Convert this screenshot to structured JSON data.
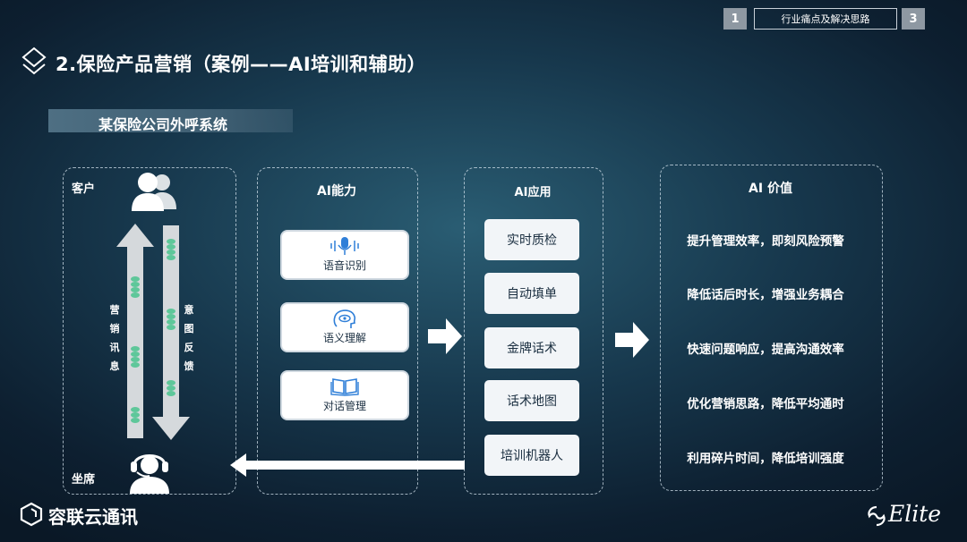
{
  "nav": {
    "prev": "1",
    "current": "行业痛点及解决思路",
    "next": "3"
  },
  "title": "2.保险产品营销（案例——AI培训和辅助）",
  "subtitle": "某保险公司外呼系统",
  "left_panel": {
    "customer_label": "客户",
    "agent_label": "坐席",
    "up_text": [
      "营",
      "销",
      "讯",
      "息"
    ],
    "down_text": [
      "意",
      "图",
      "反",
      "馈"
    ]
  },
  "ai_capability": {
    "title": "AI能力",
    "items": [
      {
        "label": "语音识别",
        "icon": "microphone-icon"
      },
      {
        "label": "语义理解",
        "icon": "brain-eye-icon"
      },
      {
        "label": "对话管理",
        "icon": "open-book-icon"
      }
    ]
  },
  "ai_application": {
    "title": "AI应用",
    "items": [
      "实时质检",
      "自动填单",
      "金牌话术",
      "话术地图",
      "培训机器人"
    ]
  },
  "ai_value": {
    "title": "AI 价值",
    "items": [
      "提升管理效率，即刻风险预警",
      "降低话后时长，增强业务耦合",
      "快速问题响应，提高沟通效率",
      "优化营销思路，降低平均通时",
      "利用碎片时间，降低培训强度"
    ]
  },
  "footer": {
    "brand_left": "容联云通讯",
    "brand_right": "Elite"
  },
  "colors": {
    "accent_green": "#5ec79a",
    "arrow_gray": "#d5d9dc"
  }
}
